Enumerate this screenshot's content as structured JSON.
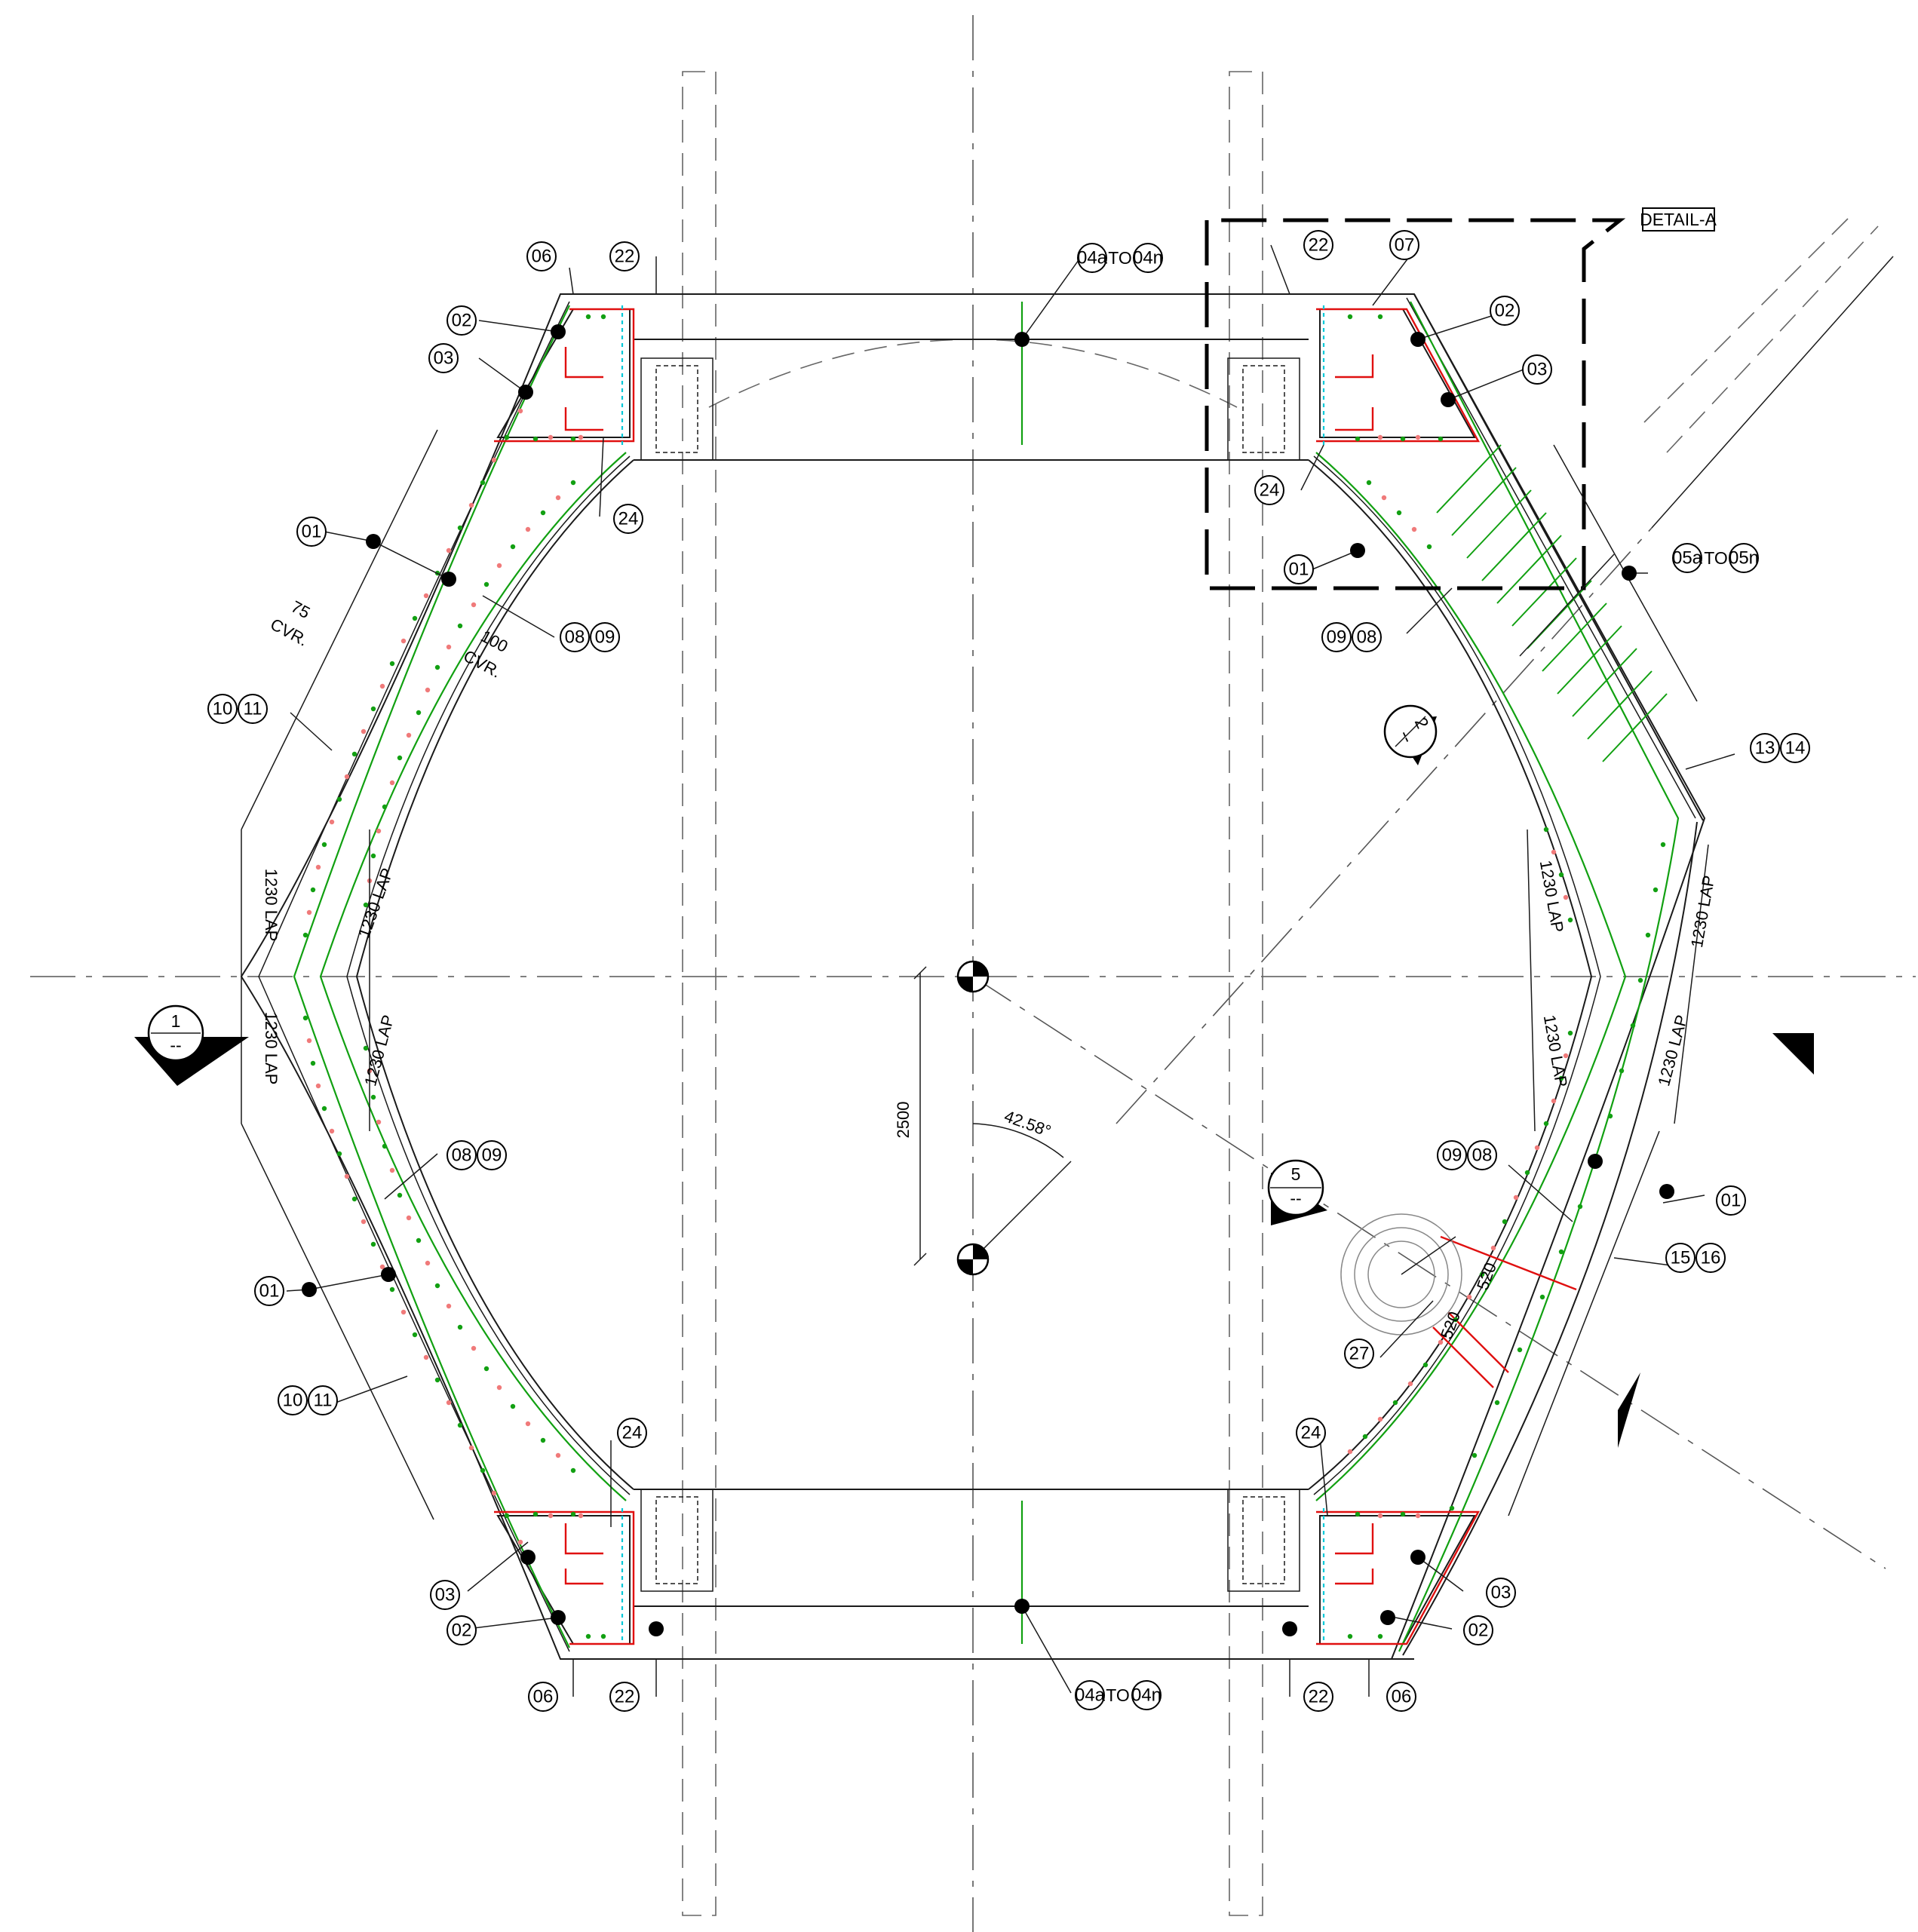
{
  "detail_label": "DETAIL-A",
  "dimensions": {
    "offset": "2500",
    "angle": "42.58°",
    "lap_left_upper_outer": "1230 LAP",
    "lap_left_upper_inner": "1230 LAP",
    "lap_left_lower_outer": "1230 LAP",
    "lap_left_lower_inner": "1230 LAP",
    "lap_right_upper_inner": "1230 LAP",
    "lap_right_upper_outer": "1230 LAP",
    "lap_right_lower_inner": "1230 LAP",
    "lap_right_lower_outer": "1230 LAP",
    "cover_outer_value": "75",
    "cover_outer_unit": "CVR.",
    "cover_inner_value": "100",
    "cover_inner_unit": "CVR.",
    "opening_a": "520",
    "opening_b": "520"
  },
  "section_markers": {
    "s1": {
      "number": "1",
      "sheet": "--"
    },
    "s2": {
      "number": "2",
      "sheet": "--"
    },
    "s5": {
      "number": "5",
      "sheet": "--"
    }
  },
  "tags": {
    "t06_tl": "06",
    "t22_tl": "22",
    "t04_top_a": "04a",
    "to_top": "TO",
    "t04_top_b": "04n",
    "t22_tr": "22",
    "t07_tr": "07",
    "t02_tl": "02",
    "t03_tl": "03",
    "t02_tr": "02",
    "t03_tr": "03",
    "t24_tl": "24",
    "t24_tr": "24",
    "t01_tr": "01",
    "t01_l1": "01",
    "t08_l1": "08",
    "t09_l1": "09",
    "t09_tr": "09",
    "t08_tr": "08",
    "t05_a": "05a",
    "to_05": "TO",
    "t05_b": "05n",
    "t10_l1": "10",
    "t11_l1": "11",
    "t13": "13",
    "t14": "14",
    "t08_l2": "08",
    "t09_l2": "09",
    "t09_r2": "09",
    "t08_r2": "08",
    "t01_l2": "01",
    "t01_r2": "01",
    "t15": "15",
    "t16": "16",
    "t27": "27",
    "t10_l2": "10",
    "t11_l2": "11",
    "t24_bl": "24",
    "t24_br": "24",
    "t03_bl": "03",
    "t02_bl": "02",
    "t03_br": "03",
    "t02_br": "02",
    "t06_bl": "06",
    "t22_bl": "22",
    "t04_bot_a": "04a",
    "to_bot": "TO",
    "t04_bot_b": "04n",
    "t22_br": "22",
    "t06_br": "06"
  },
  "colors": {
    "concrete_outline": "#1a1a1a",
    "reinforcement_main": "#11a011",
    "reinforcement_links": "#e01010",
    "bar_dots_secondary": "#f07a7a",
    "cyan_bars": "#00c8d8"
  }
}
